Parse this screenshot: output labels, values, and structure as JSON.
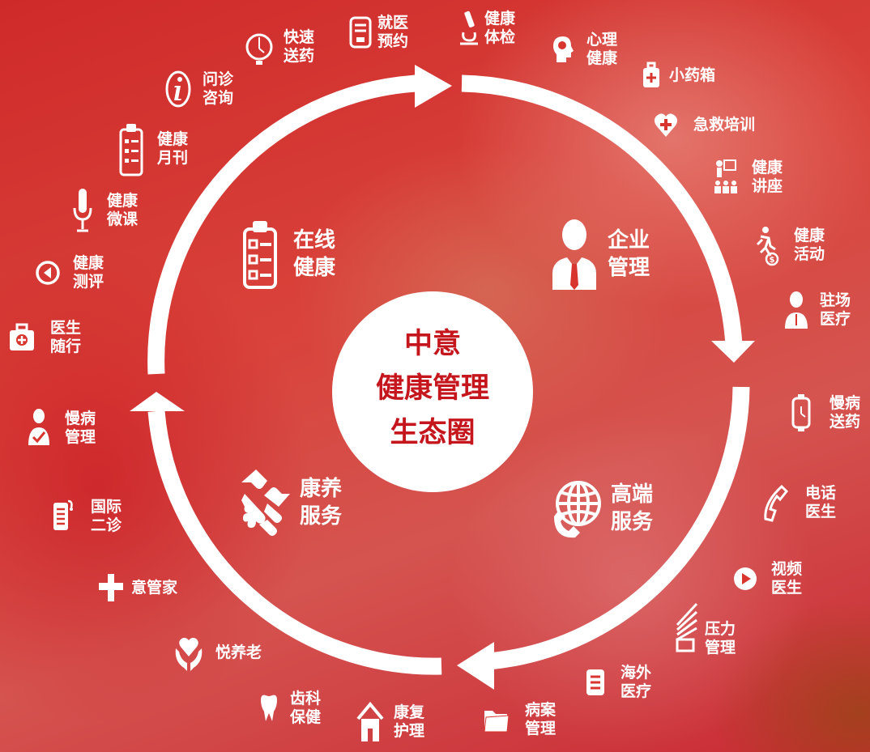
{
  "center": {
    "line1": "中意",
    "line2": "健康管理",
    "line3": "生态圈"
  },
  "colors": {
    "accent": "#c4161c",
    "ring": "#ffffff"
  },
  "quadrants": [
    {
      "id": "online",
      "icon": "clipboard-checklist-icon",
      "line1": "在线",
      "line2": "健康"
    },
    {
      "id": "enterprise",
      "icon": "businessman-icon",
      "line1": "企业",
      "line2": "管理"
    },
    {
      "id": "premium",
      "icon": "globe-phone-icon",
      "line1": "高端",
      "line2": "服务"
    },
    {
      "id": "wellness",
      "icon": "handshake-icon",
      "line1": "康养",
      "line2": "服务"
    }
  ],
  "services": [
    {
      "id": "delivery",
      "icon": "clock-icon",
      "line1": "快速",
      "line2": "送药"
    },
    {
      "id": "appointment",
      "icon": "card-icon",
      "line1": "就医",
      "line2": "预约"
    },
    {
      "id": "checkup",
      "icon": "microscope-icon",
      "line1": "健康",
      "line2": "体检"
    },
    {
      "id": "mental",
      "icon": "head-brain-icon",
      "line1": "心理",
      "line2": "健康"
    },
    {
      "id": "medkit",
      "icon": "medkit-icon",
      "line1": "小药箱",
      "line2": ""
    },
    {
      "id": "firstaid",
      "icon": "heart-cross-icon",
      "line1": "急救培训",
      "line2": ""
    },
    {
      "id": "lecture",
      "icon": "lecture-icon",
      "line1": "健康",
      "line2": "讲座"
    },
    {
      "id": "activity",
      "icon": "running-icon",
      "line1": "健康",
      "line2": "活动"
    },
    {
      "id": "onsite",
      "icon": "doctor-person-icon",
      "line1": "驻场",
      "line2": "医疗"
    },
    {
      "id": "chronic-delivery",
      "icon": "watch-icon",
      "line1": "慢病",
      "line2": "送药"
    },
    {
      "id": "phone-doctor",
      "icon": "phone-icon",
      "line1": "电话",
      "line2": "医生"
    },
    {
      "id": "video-doctor",
      "icon": "play-icon",
      "line1": "视频",
      "line2": "医生"
    },
    {
      "id": "stress",
      "icon": "signal-icon",
      "line1": "压力",
      "line2": "管理"
    },
    {
      "id": "overseas",
      "icon": "document-icon",
      "line1": "海外",
      "line2": "医疗"
    },
    {
      "id": "records",
      "icon": "folder-icon",
      "line1": "病案",
      "line2": "管理"
    },
    {
      "id": "rehab",
      "icon": "house-icon",
      "line1": "康复",
      "line2": "护理"
    },
    {
      "id": "dental",
      "icon": "tooth-icon",
      "line1": "齿科",
      "line2": "保健"
    },
    {
      "id": "elderly",
      "icon": "hands-heart-icon",
      "line1": "悦养老",
      "line2": ""
    },
    {
      "id": "butler",
      "icon": "cross-icon",
      "line1": "意管家",
      "line2": ""
    },
    {
      "id": "second-opinion",
      "icon": "report-icon",
      "line1": "国际",
      "line2": "二诊"
    },
    {
      "id": "chronic-manage",
      "icon": "person-check-icon",
      "line1": "慢病",
      "line2": "管理"
    },
    {
      "id": "doctor-escort",
      "icon": "first-aid-box-icon",
      "line1": "医生",
      "line2": "随行"
    },
    {
      "id": "assessment",
      "icon": "compass-icon",
      "line1": "健康",
      "line2": "测评"
    },
    {
      "id": "micro-course",
      "icon": "microphone-icon",
      "line1": "健康",
      "line2": "微课"
    },
    {
      "id": "monthly",
      "icon": "clipboard-icon",
      "line1": "健康",
      "line2": "月刊"
    },
    {
      "id": "consultation",
      "icon": "info-icon",
      "line1": "问诊",
      "line2": "咨询"
    }
  ]
}
